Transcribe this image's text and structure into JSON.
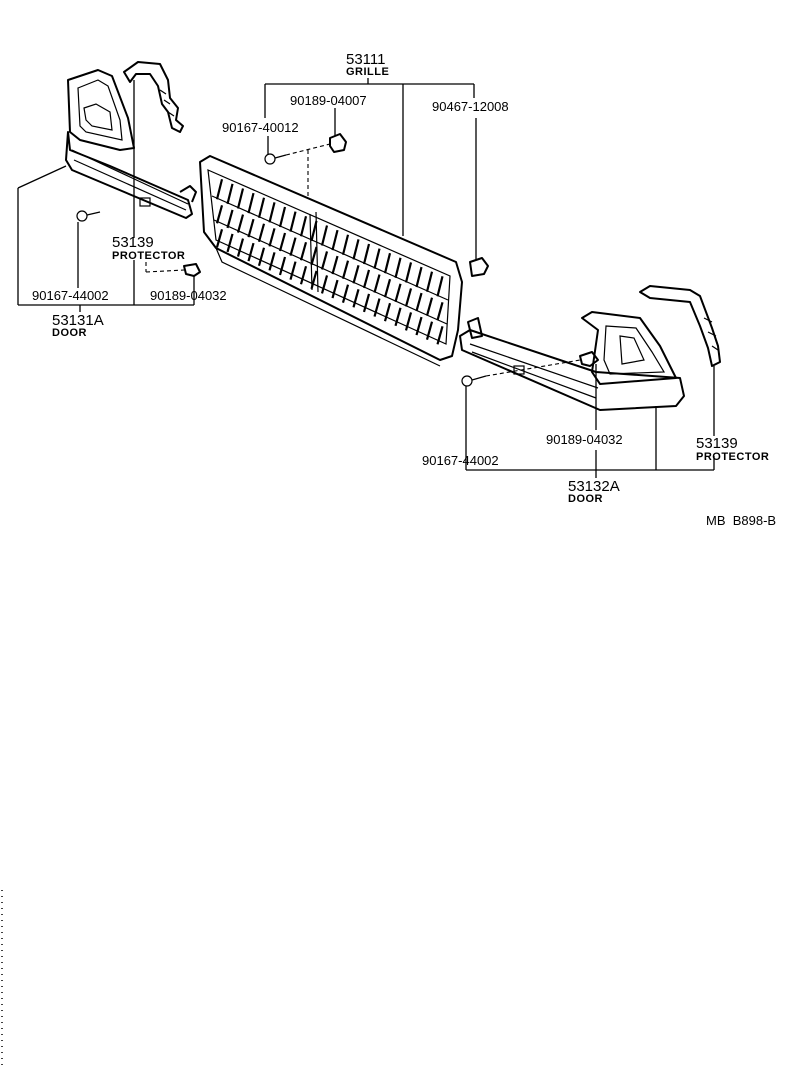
{
  "labels": {
    "grille_pn": "53111",
    "grille_name": "GRILLE",
    "bolt_center": "90167-40012",
    "nut_center": "90189-04007",
    "clip_right": "90467-12008",
    "protector_left_pn": "53139",
    "protector_left_name": "PROTECTOR",
    "bolt_left": "90167-44002",
    "nut_left": "90189-04032",
    "door_left_pn": "53131A",
    "door_left_name": "DOOR",
    "nut_right": "90189-04032",
    "bolt_right": "90167-44002",
    "protector_right_pn": "53139",
    "protector_right_name": "PROTECTOR",
    "door_right_pn": "53132A",
    "door_right_name": "DOOR",
    "reference": "MB  B898-B"
  }
}
